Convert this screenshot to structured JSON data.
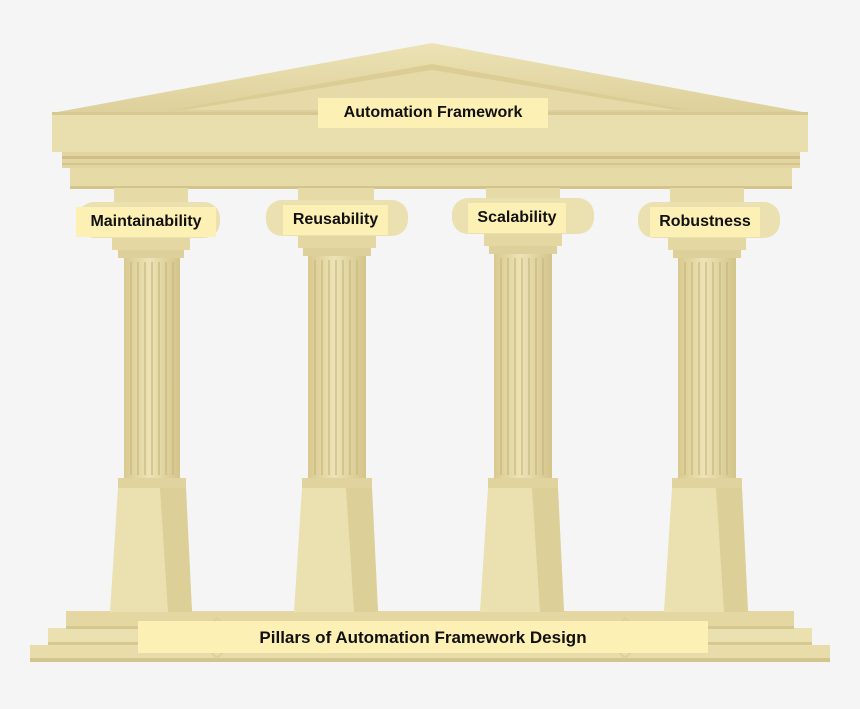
{
  "diagram": {
    "roof_label": "Automation Framework",
    "pillars": [
      {
        "label": "Maintainability"
      },
      {
        "label": "Reusability"
      },
      {
        "label": "Scalability"
      },
      {
        "label": "Robustness"
      }
    ],
    "base_label": "Pillars of Automation Framework Design"
  },
  "colors": {
    "stone_light": "#ebe0b0",
    "stone_mid": "#e0d29c",
    "stone_dark": "#cfc087",
    "label_bg": "#fcf0b4",
    "background": "#f5f5f6"
  }
}
